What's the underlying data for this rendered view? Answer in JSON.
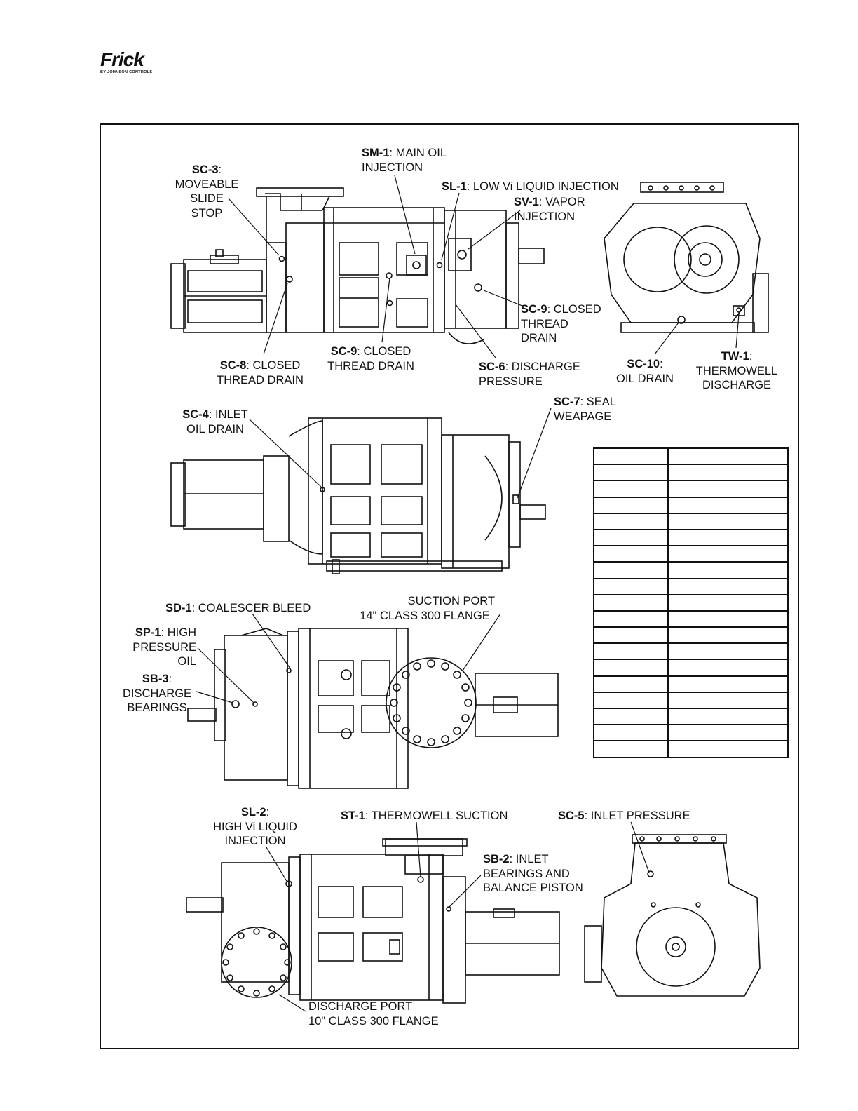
{
  "logo": {
    "brand": "Frick",
    "subtitle": "BY JOHNSON CONTROLS"
  },
  "callouts": {
    "sc3": {
      "code": "SC-3",
      "text": ":",
      "l2": "MOVEABLE",
      "l3": "SLIDE",
      "l4": "STOP"
    },
    "sm1": {
      "code": "SM-1",
      "text": ": MAIN OIL",
      "l2": "INJECTION"
    },
    "sl1": {
      "code": "SL-1",
      "text": ": LOW Vi LIQUID INJECTION"
    },
    "sv1": {
      "code": "SV-1",
      "text": ": VAPOR",
      "l2": "INJECTION"
    },
    "sc9a": {
      "code": "SC-9",
      "text": ": CLOSED",
      "l2": "THREAD",
      "l3": "DRAIN"
    },
    "sc9b": {
      "code": "SC-9",
      "text": ": CLOSED",
      "l2": "THREAD DRAIN"
    },
    "sc8": {
      "code": "SC-8",
      "text": ": CLOSED",
      "l2": "THREAD DRAIN"
    },
    "sc6": {
      "code": "SC-6",
      "text": ": DISCHARGE",
      "l2": "PRESSURE"
    },
    "sc10": {
      "code": "SC-10",
      "text": ":",
      "l2": "OIL DRAIN"
    },
    "tw1": {
      "code": "TW-1",
      "text": ":",
      "l2": "THERMOWELL",
      "l3": "DISCHARGE"
    },
    "sc4": {
      "code": "SC-4",
      "text": ": INLET",
      "l2": "OIL DRAIN"
    },
    "sc7": {
      "code": "SC-7",
      "text": ": SEAL",
      "l2": "WEAPAGE"
    },
    "sd1": {
      "code": "SD-1",
      "text": ": COALESCER BLEED"
    },
    "suction": {
      "l1": "SUCTION PORT",
      "l2": "14\" CLASS 300 FLANGE"
    },
    "sp1": {
      "code": "SP-1",
      "text": ": HIGH",
      "l2": "PRESSURE",
      "l3": "OIL"
    },
    "sb3": {
      "code": "SB-3",
      "text": ":",
      "l2": "DISCHARGE",
      "l3": "BEARINGS"
    },
    "sl2": {
      "code": "SL-2",
      "text": ":",
      "l2": "HIGH Vi LIQUID",
      "l3": "INJECTION"
    },
    "st1": {
      "code": "ST-1",
      "text": ": THERMOWELL SUCTION"
    },
    "sc5": {
      "code": "SC-5",
      "text": ": INLET PRESSURE"
    },
    "sb2": {
      "code": "SB-2",
      "text": ": INLET",
      "l2": "BEARINGS AND",
      "l3": "BALANCE PISTON"
    },
    "discharge": {
      "l1": "DISCHARGE PORT",
      "l2": "10\" CLASS 300 FLANGE"
    }
  },
  "table": {
    "rows": 19,
    "columns": 2
  }
}
